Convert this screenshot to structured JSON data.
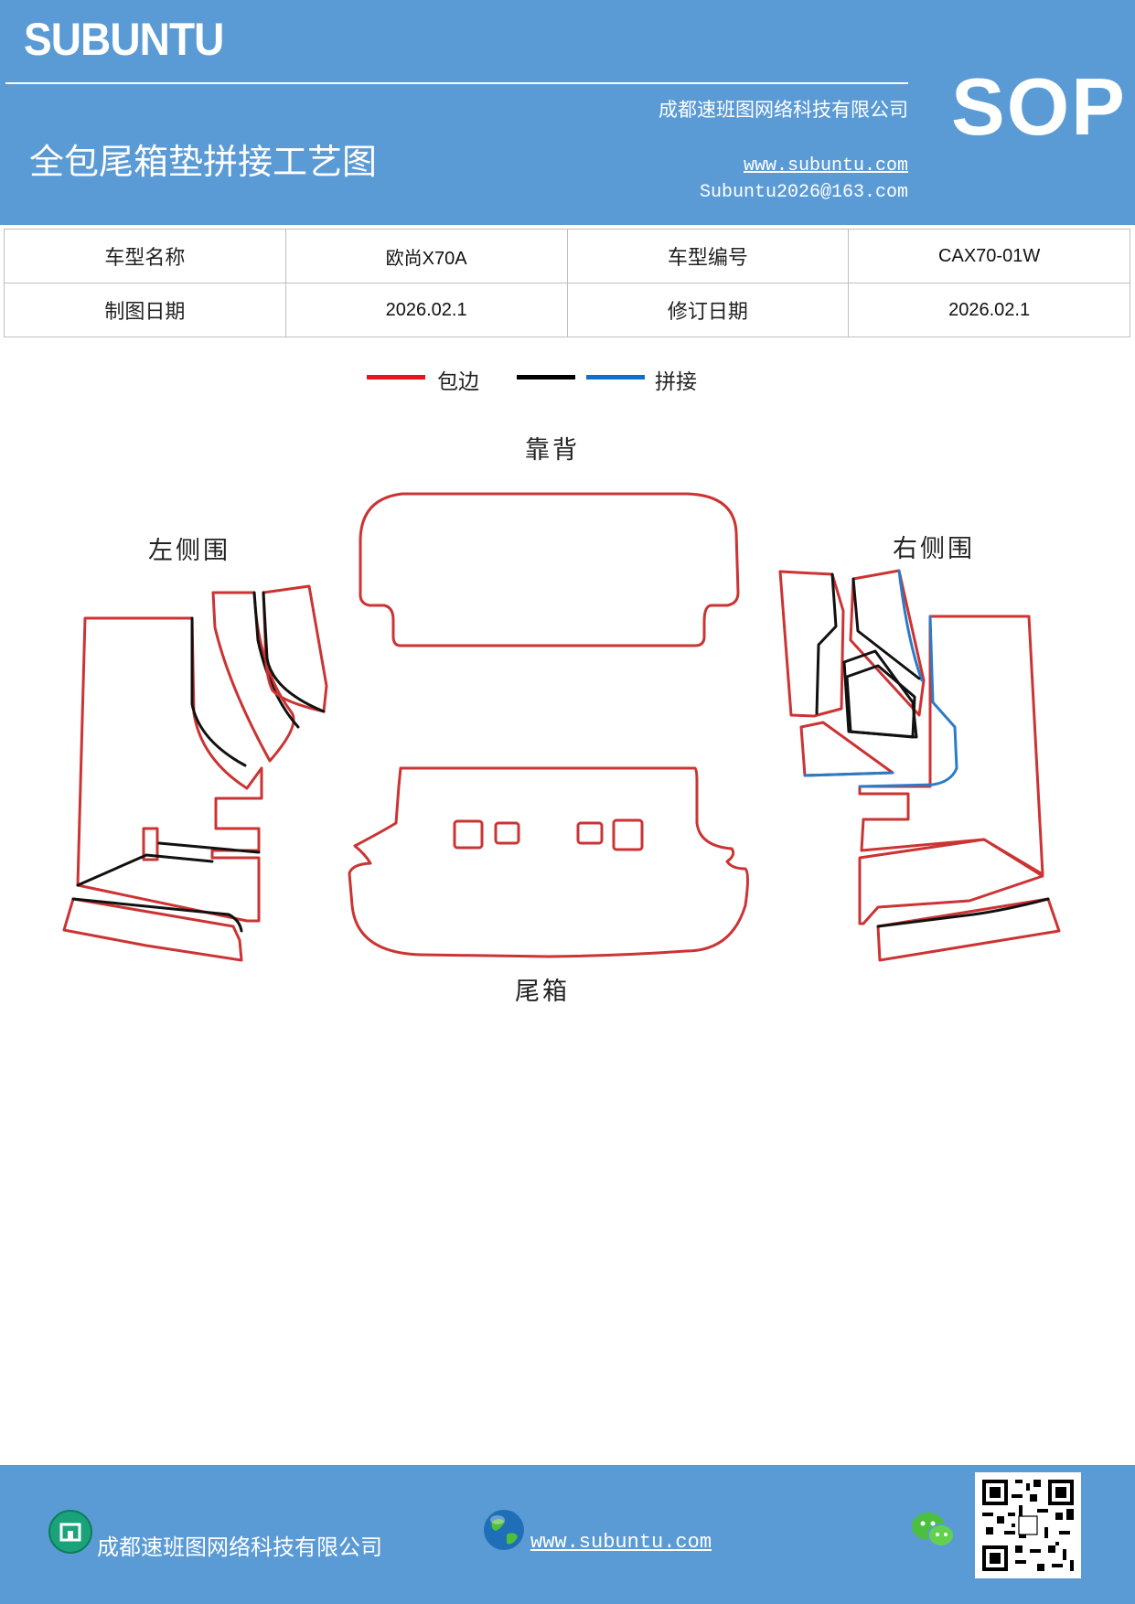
{
  "header": {
    "brand": "SUBUNTU",
    "company": "成都速班图网络科技有限公司",
    "title": "全包尾箱垫拼接工艺图",
    "website": "www.subuntu.com",
    "email": "Subuntu2026@163.com",
    "badge": "SOP"
  },
  "info_table": {
    "rows": [
      [
        "车型名称",
        "欧尚X70A",
        "车型编号",
        "CAX70-01W"
      ],
      [
        "制图日期",
        "2026.02.1",
        "修订日期",
        "2026.02.1"
      ]
    ]
  },
  "legend": {
    "items": [
      {
        "label": "包边",
        "color": "#e8141a"
      },
      {
        "label": "",
        "color": "#000000"
      },
      {
        "label": "拼接",
        "color": "#1070c8"
      }
    ]
  },
  "diagram": {
    "labels": {
      "backrest": "靠背",
      "left_side": "左侧围",
      "right_side": "右侧围",
      "trunk": "尾箱"
    },
    "colors": {
      "edge": "#cc3333",
      "seam": "#111111",
      "splice": "#2a7cc7"
    }
  },
  "footer": {
    "company": "成都速班图网络科技有限公司",
    "website": "www.subuntu.com",
    "icons": [
      "building-icon",
      "globe-icon",
      "wechat-icon",
      "qr-code"
    ]
  }
}
